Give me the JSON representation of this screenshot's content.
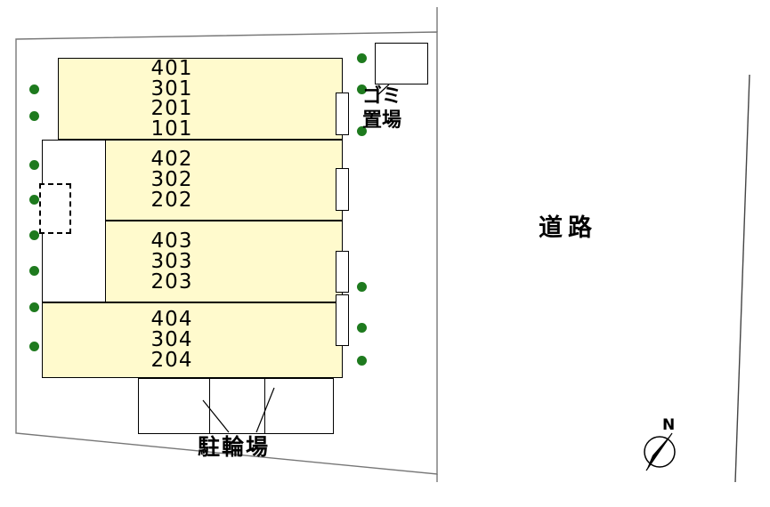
{
  "plan": {
    "blocks": [
      {
        "units": [
          "401",
          "301",
          "201",
          "101"
        ]
      },
      {
        "units": [
          "402",
          "302",
          "202"
        ]
      },
      {
        "units": [
          "403",
          "303",
          "203"
        ]
      },
      {
        "units": [
          "404",
          "304",
          "204"
        ]
      }
    ],
    "labels": {
      "road": "道路",
      "garbage_line1": "ゴミ",
      "garbage_line2": "置場",
      "bicycle": "駐輪場",
      "compass_north": "N"
    }
  },
  "colors": {
    "room_fill": "#FFFACD",
    "tree": "#1E7A1E",
    "line": "#000000",
    "boundary": "#777777"
  }
}
